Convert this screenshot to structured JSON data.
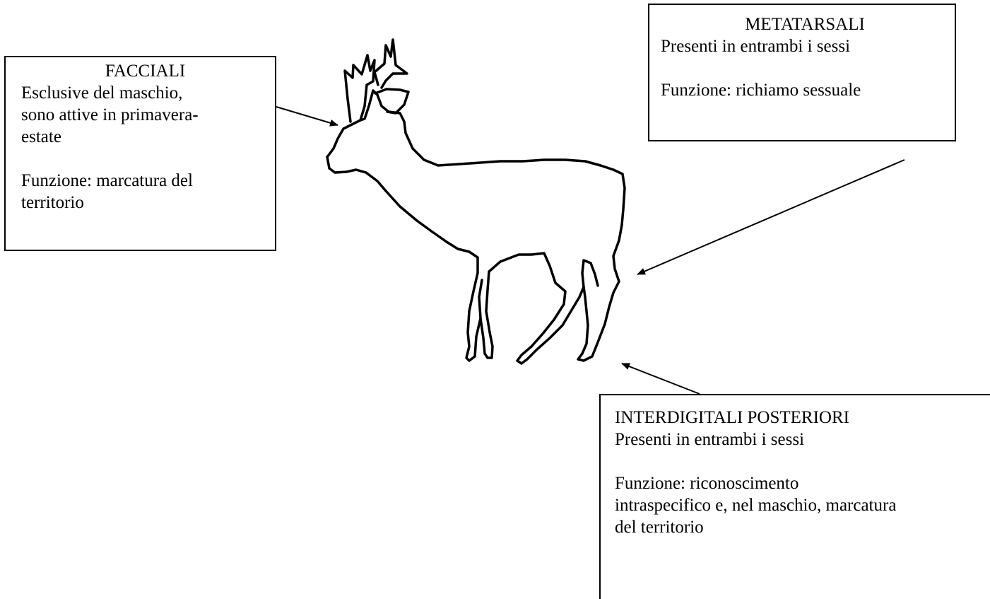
{
  "labels": {
    "facciali": {
      "title": "FACCIALI",
      "lines": [
        "Esclusive del maschio,",
        "sono attive in primavera-",
        "estate",
        "",
        "Funzione: marcatura del",
        "territorio"
      ]
    },
    "metatarsali": {
      "title": "METATARSALI",
      "lines": [
        "Presenti in entrambi i sessi",
        "",
        "Funzione: richiamo sessuale"
      ]
    },
    "interdigitali": {
      "title": "INTERDIGITALI POSTERIORI",
      "lines": [
        "Presenti in entrambi i sessi",
        "",
        "Funzione: riconoscimento",
        "intraspecifico e, nel maschio, marcatura",
        "del territorio"
      ]
    }
  },
  "colors": {
    "ink": "#000000",
    "background": "#ffffff"
  }
}
